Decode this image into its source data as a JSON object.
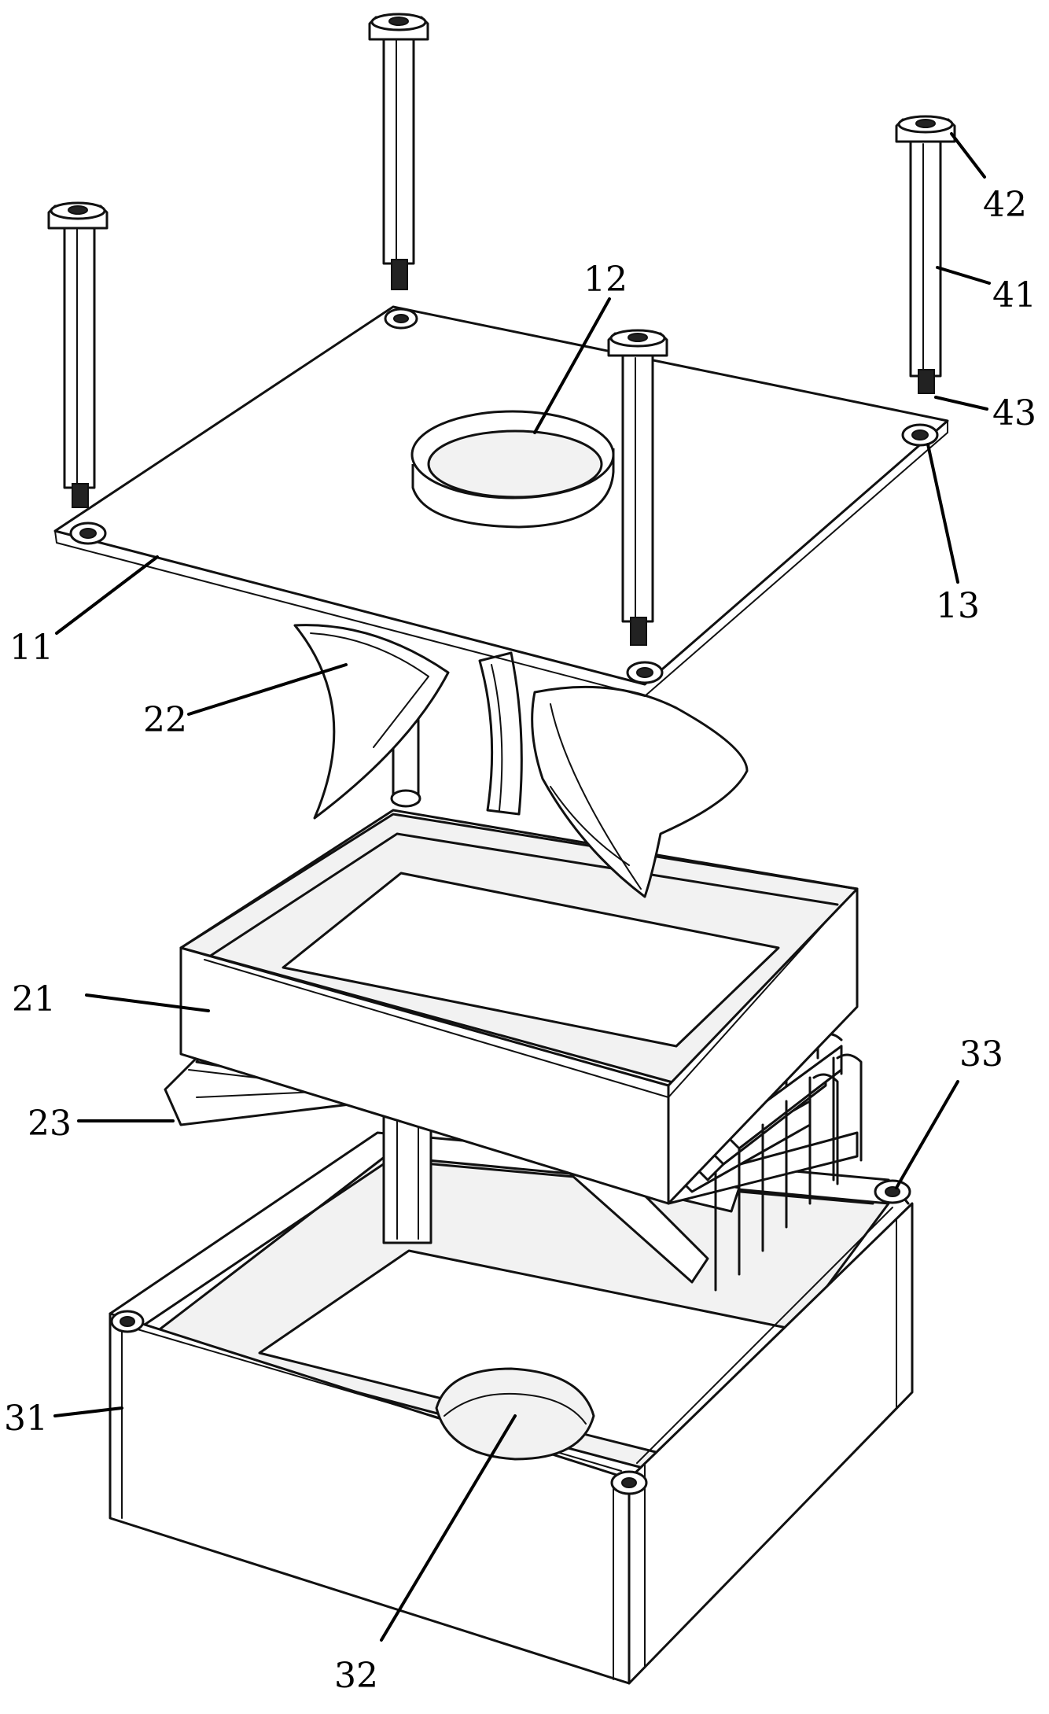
{
  "labels": {
    "l11": "11",
    "l12": "12",
    "l13": "13",
    "l21": "21",
    "l22": "22",
    "l23": "23",
    "l31": "31",
    "l32": "32",
    "l33": "33",
    "l41": "41",
    "l42": "42",
    "l43": "43"
  }
}
